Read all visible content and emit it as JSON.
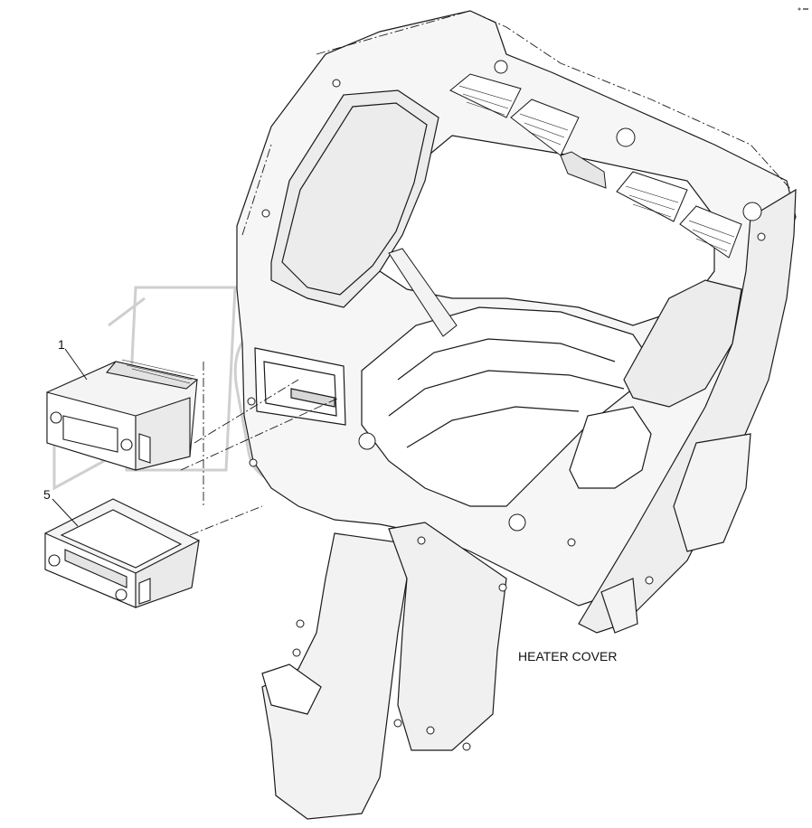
{
  "callouts": [
    {
      "number": "1"
    },
    {
      "number": "5"
    }
  ],
  "annotations": {
    "heater_cover": "HEATER COVER"
  },
  "colors": {
    "line": "#1a1a1a",
    "panel": "#f4f4f4",
    "watermark": "#c8c8c8"
  }
}
